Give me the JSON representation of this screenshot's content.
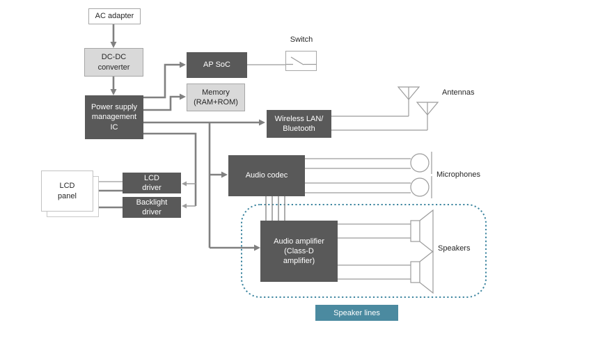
{
  "diagram": {
    "type": "hardware-block-diagram",
    "blocks": {
      "ac_adapter": "AC adapter",
      "dc_dc_converter": "DC-DC\nconverter",
      "power_supply_ic": "Power supply\nmanagement\nIC",
      "ap_soc": "AP SoC",
      "memory": "Memory\n(RAM+ROM)",
      "wireless_lan_bluetooth": "Wireless LAN/\nBluetooth",
      "audio_codec": "Audio codec",
      "lcd_panel": "LCD\npanel",
      "lcd_driver": "LCD\ndriver",
      "backlight_driver": "Backlight\ndriver",
      "audio_amplifier": "Audio amplifier\n(Class-D\namplifier)"
    },
    "annotations": {
      "switch": "Switch",
      "antennas": "Antennas",
      "microphones": "Microphones",
      "speakers": "Speakers",
      "speaker_lines_badge": "Speaker lines"
    },
    "icons": {
      "switch-icon": "open-switch-symbol",
      "antenna-icon": "inverted-triangle-antenna",
      "microphone-icon": "circle-with-bar",
      "speaker-icon": "box-with-horn"
    },
    "colors": {
      "block_dark": "#595959",
      "block_light": "#d9d9d9",
      "block_border": "#a6a6a6",
      "line_thick": "#808080",
      "line_thin": "#9b9b9b",
      "teal_badge": "#4b8aa0",
      "teal_dotted": "#3e86a0",
      "background": "#ffffff"
    }
  }
}
